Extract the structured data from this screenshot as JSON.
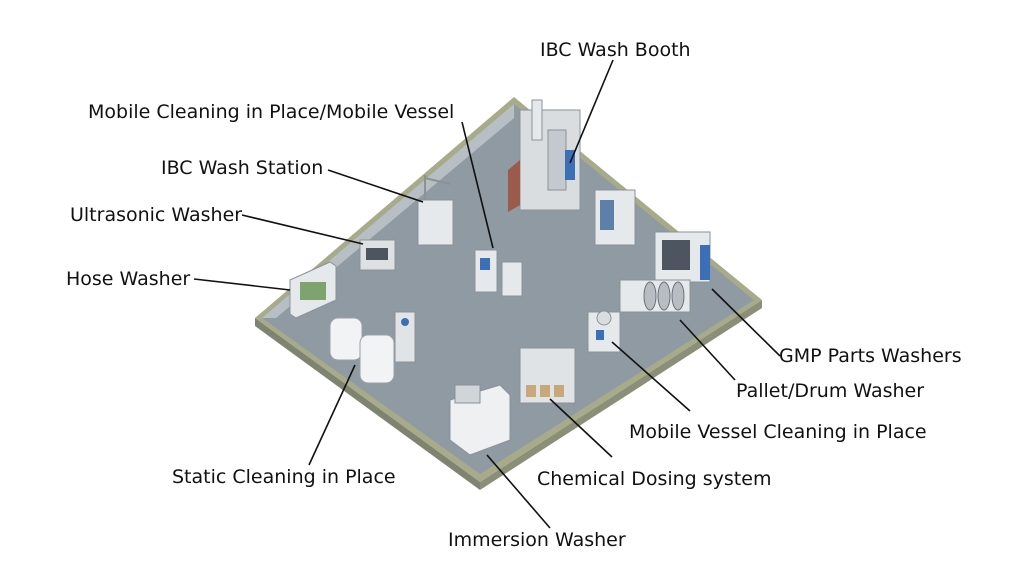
{
  "labels": {
    "ibc_wash_booth": "IBC Wash Booth",
    "mobile_cip_vessel": "Mobile Cleaning in Place/Mobile Vessel",
    "ibc_wash_station": "IBC Wash Station",
    "ultrasonic_washer": "Ultrasonic Washer",
    "hose_washer": "Hose Washer",
    "gmp_parts_washers": "GMP Parts Washers",
    "pallet_drum_washer": "Pallet/Drum Washer",
    "mobile_vessel_cip": "Mobile Vessel Cleaning in Place",
    "chemical_dosing": "Chemical Dosing system",
    "static_cip": "Static Cleaning in Place",
    "immersion_washer": "Immersion Washer"
  },
  "colors": {
    "floor": "#8f9aa3",
    "floor_edge": "#a7ab8a",
    "wall": "#c9d0d4",
    "equipment": "#e6e9ec",
    "accent": "#3b6fb6",
    "leader": "#111111"
  }
}
